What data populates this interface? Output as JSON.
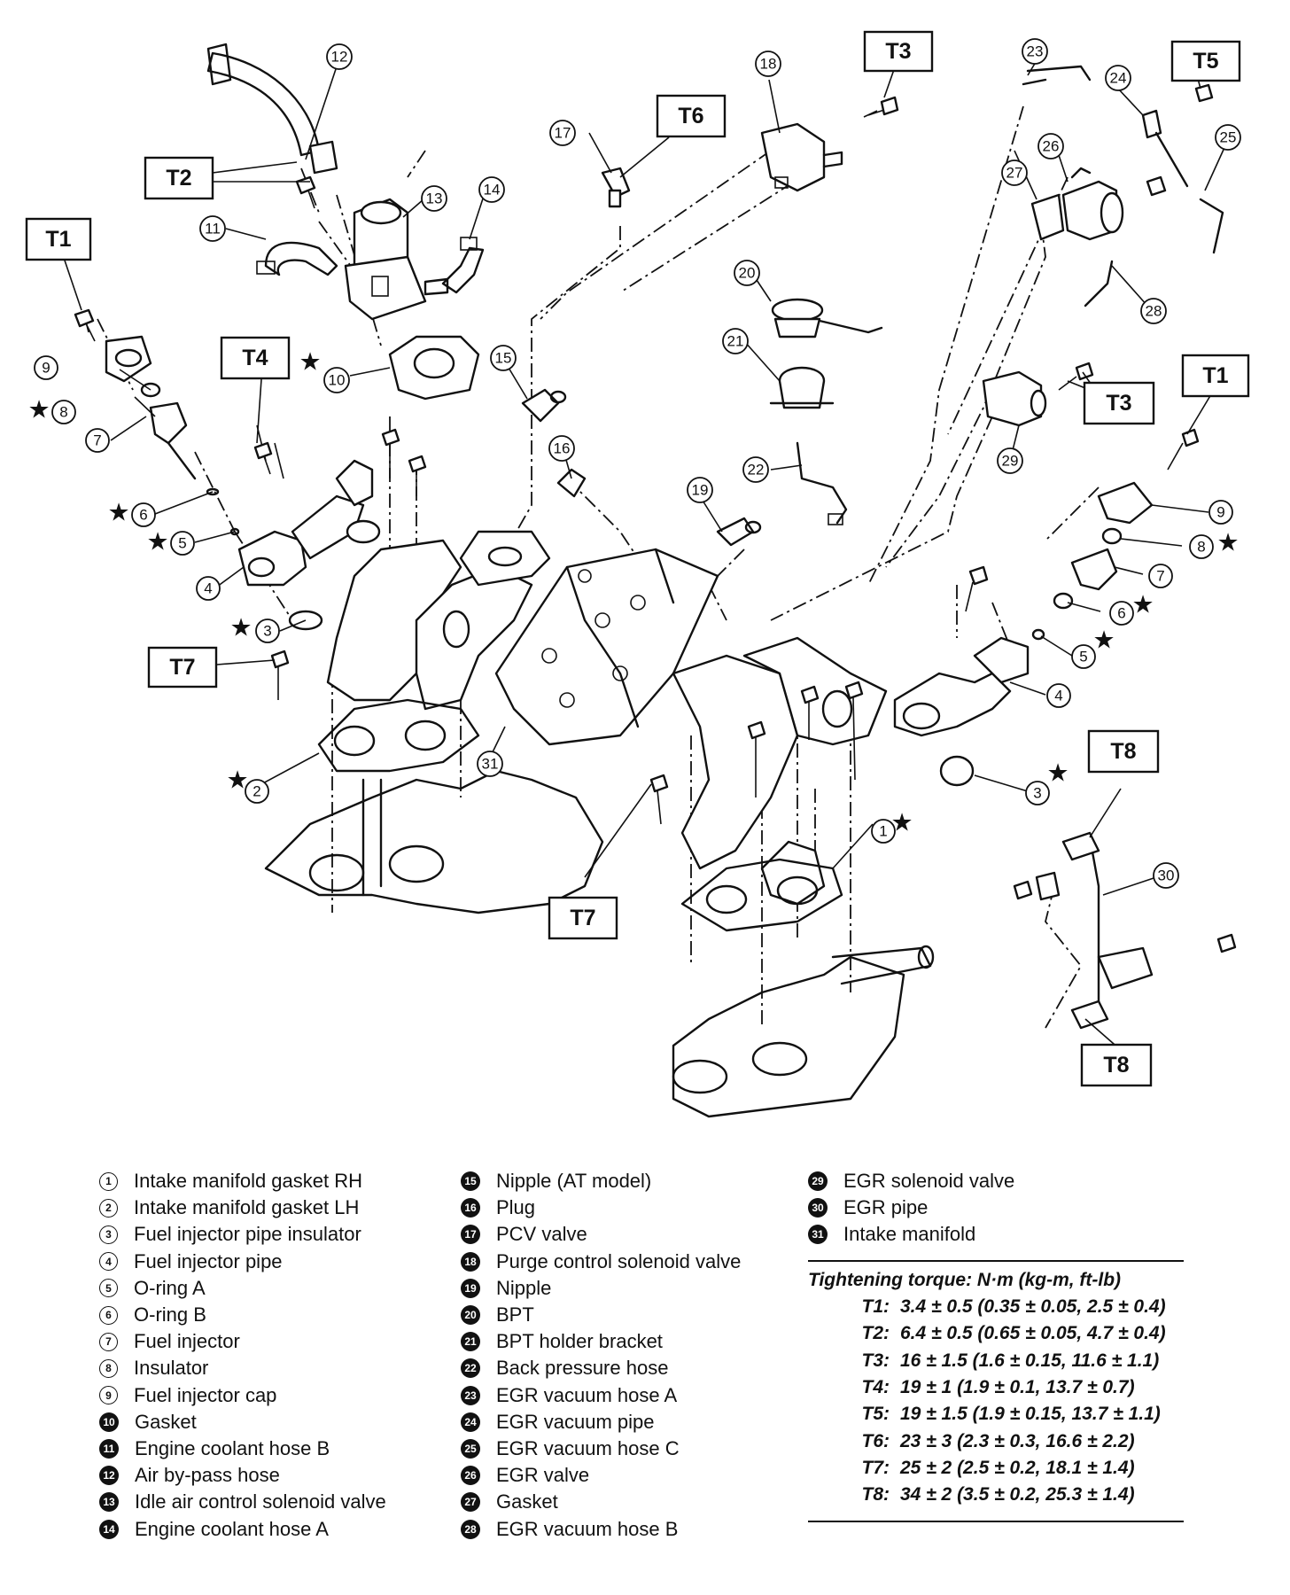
{
  "parts": [
    {
      "n": "1",
      "label": "Intake manifold gasket RH"
    },
    {
      "n": "2",
      "label": "Intake manifold gasket LH"
    },
    {
      "n": "3",
      "label": "Fuel injector pipe insulator"
    },
    {
      "n": "4",
      "label": "Fuel injector pipe"
    },
    {
      "n": "5",
      "label": "O-ring A"
    },
    {
      "n": "6",
      "label": "O-ring B"
    },
    {
      "n": "7",
      "label": "Fuel injector"
    },
    {
      "n": "8",
      "label": "Insulator"
    },
    {
      "n": "9",
      "label": "Fuel injector cap"
    },
    {
      "n": "10",
      "label": "Gasket"
    },
    {
      "n": "11",
      "label": "Engine coolant hose B"
    },
    {
      "n": "12",
      "label": "Air by-pass hose"
    },
    {
      "n": "13",
      "label": "Idle air control solenoid valve"
    },
    {
      "n": "14",
      "label": "Engine coolant hose A"
    },
    {
      "n": "15",
      "label": "Nipple (AT model)"
    },
    {
      "n": "16",
      "label": "Plug"
    },
    {
      "n": "17",
      "label": "PCV valve"
    },
    {
      "n": "18",
      "label": "Purge control solenoid valve"
    },
    {
      "n": "19",
      "label": "Nipple"
    },
    {
      "n": "20",
      "label": "BPT"
    },
    {
      "n": "21",
      "label": "BPT holder bracket"
    },
    {
      "n": "22",
      "label": "Back pressure hose"
    },
    {
      "n": "23",
      "label": "EGR vacuum hose A"
    },
    {
      "n": "24",
      "label": "EGR vacuum pipe"
    },
    {
      "n": "25",
      "label": "EGR vacuum hose C"
    },
    {
      "n": "26",
      "label": "EGR valve"
    },
    {
      "n": "27",
      "label": "Gasket"
    },
    {
      "n": "28",
      "label": "EGR vacuum hose B"
    },
    {
      "n": "29",
      "label": "EGR solenoid valve"
    },
    {
      "n": "30",
      "label": "EGR pipe"
    },
    {
      "n": "31",
      "label": "Intake manifold"
    }
  ],
  "torque": {
    "title": "Tightening torque: N·m (kg-m, ft-lb)",
    "rows": [
      {
        "key": "T1:",
        "value": "3.4 ± 0.5 (0.35 ± 0.05, 2.5 ± 0.4)"
      },
      {
        "key": "T2:",
        "value": "6.4 ± 0.5 (0.65 ± 0.05, 4.7 ± 0.4)"
      },
      {
        "key": "T3:",
        "value": "16 ± 1.5 (1.6 ± 0.15, 11.6 ± 1.1)"
      },
      {
        "key": "T4:",
        "value": "19 ± 1 (1.9 ± 0.1, 13.7 ± 0.7)"
      },
      {
        "key": "T5:",
        "value": "19 ± 1.5 (1.9 ± 0.15, 13.7 ± 1.1)"
      },
      {
        "key": "T6:",
        "value": "23 ± 3 (2.3 ± 0.3, 16.6 ± 2.2)"
      },
      {
        "key": "T7:",
        "value": "25 ± 2 (2.5 ± 0.2, 18.1 ± 1.4)"
      },
      {
        "key": "T8:",
        "value": "34 ± 2 (3.5 ± 0.2, 25.3 ± 1.4)"
      }
    ]
  },
  "torque_labels": [
    "T1",
    "T2",
    "T3",
    "T4",
    "T5",
    "T6",
    "T7",
    "T8"
  ],
  "star_symbol": "★"
}
